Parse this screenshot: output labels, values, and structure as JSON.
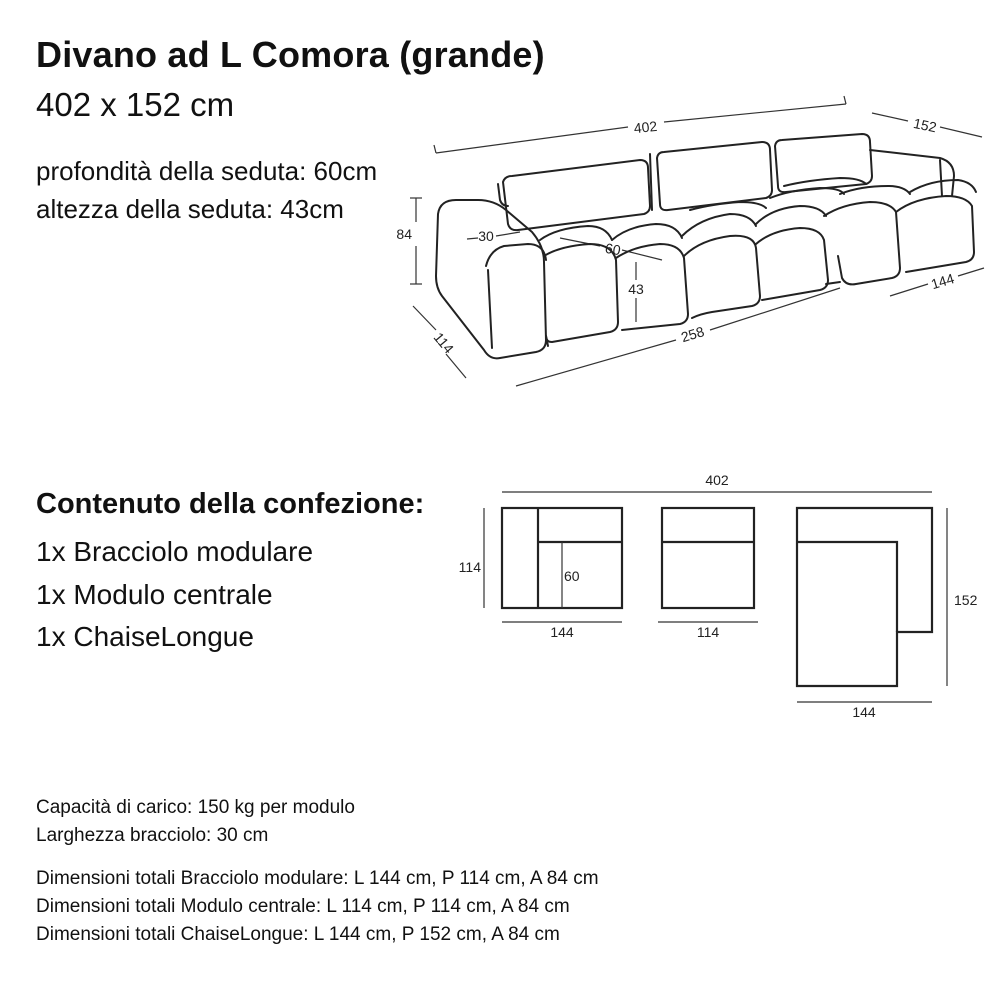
{
  "header": {
    "title": "Divano ad L Comora (grande)",
    "subtitle": "402 x 152 cm"
  },
  "specs": {
    "seat_depth": "profondità della seduta: 60cm",
    "seat_height": "altezza della seduta: 43cm"
  },
  "sketch": {
    "dims": {
      "total_width": "402",
      "depth_chaise": "152",
      "height": "84",
      "arm_width": "30",
      "seat_depth": "60",
      "seat_height": "43",
      "side_depth": "114",
      "front_length": "258",
      "chaise_width": "144"
    }
  },
  "package": {
    "heading": "Contenuto della confezione:",
    "items": [
      "1x Bracciolo modulare",
      "1x Modulo centrale",
      "1x ChaiseLongue"
    ]
  },
  "plan": {
    "total": "402",
    "arm_module": {
      "width": "144",
      "depth": "114",
      "seat": "60"
    },
    "center_module": {
      "width": "114"
    },
    "chaise": {
      "width": "144",
      "depth": "152"
    }
  },
  "info": {
    "load": "Capacità di carico: 150 kg per modulo",
    "arm_width": "Larghezza bracciolo: 30 cm",
    "dims_arm": "Dimensioni totali Bracciolo modulare: L 144 cm, P 114 cm, A 84 cm",
    "dims_center": "Dimensioni totali Modulo centrale: L 114 cm, P 114 cm, A 84 cm",
    "dims_chaise": "Dimensioni totali ChaiseLongue: L 144 cm, P 152 cm, A 84 cm"
  }
}
